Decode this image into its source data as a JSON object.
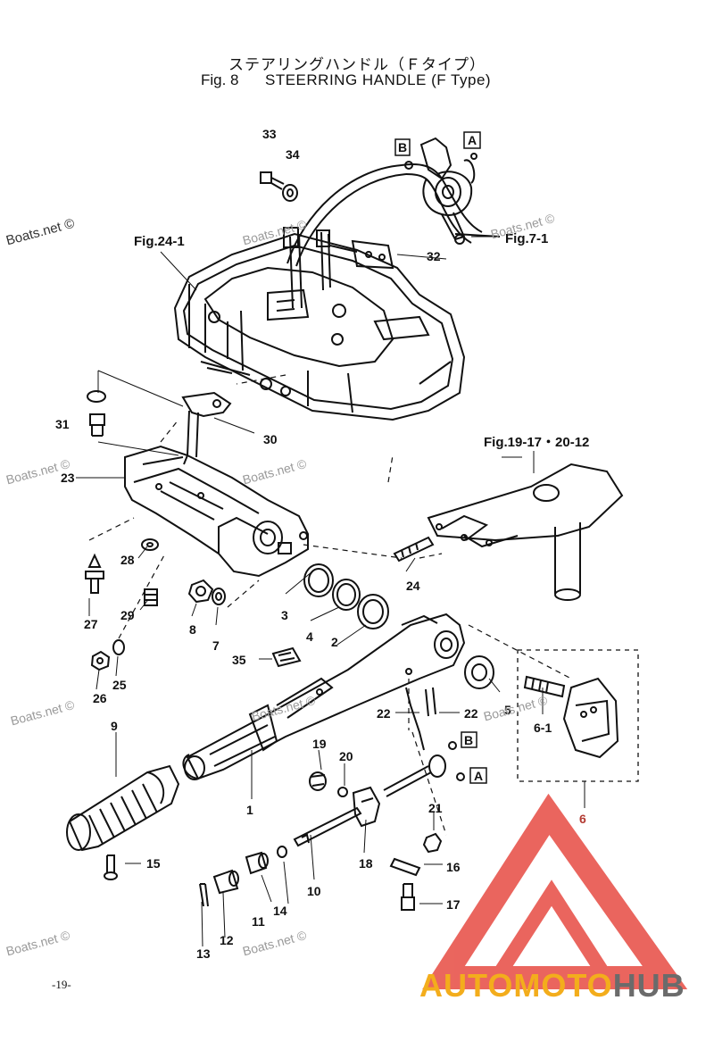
{
  "header": {
    "title_jp": "ステアリングハンドル（Ｆタイプ）",
    "fig_label": "Fig. 8",
    "title_en": "STEERRING HANDLE (F Type)"
  },
  "page_number": "-19-",
  "watermark": "Boats.net ©",
  "logo": {
    "part1": "AUTO",
    "part2": "MOTO",
    "part3": "HUB"
  },
  "references": {
    "fig_24_1": "Fig.24-1",
    "fig_7_1": "Fig.7-1",
    "fig_19_17": "Fig.19-17・20-12",
    "box_a": "A",
    "box_b": "B"
  },
  "parts": {
    "p1": "1",
    "p2": "2",
    "p3": "3",
    "p4": "4",
    "p5": "5",
    "p6": "6",
    "p6_1": "6-1",
    "p7": "7",
    "p8": "8",
    "p9": "9",
    "p10": "10",
    "p11": "11",
    "p12": "12",
    "p13": "13",
    "p14": "14",
    "p15": "15",
    "p16": "16",
    "p17": "17",
    "p18": "18",
    "p19": "19",
    "p20": "20",
    "p21": "21",
    "p22a": "22",
    "p22b": "22",
    "p23": "23",
    "p24": "24",
    "p25": "25",
    "p26": "26",
    "p27": "27",
    "p28": "28",
    "p29": "29",
    "p30": "30",
    "p31": "31",
    "p32": "32",
    "p33": "33",
    "p34": "34",
    "p35": "35"
  },
  "colors": {
    "logo_red": "#e8554d",
    "logo_orange": "#f3ad1c",
    "logo_gray": "#6b6b6b"
  }
}
